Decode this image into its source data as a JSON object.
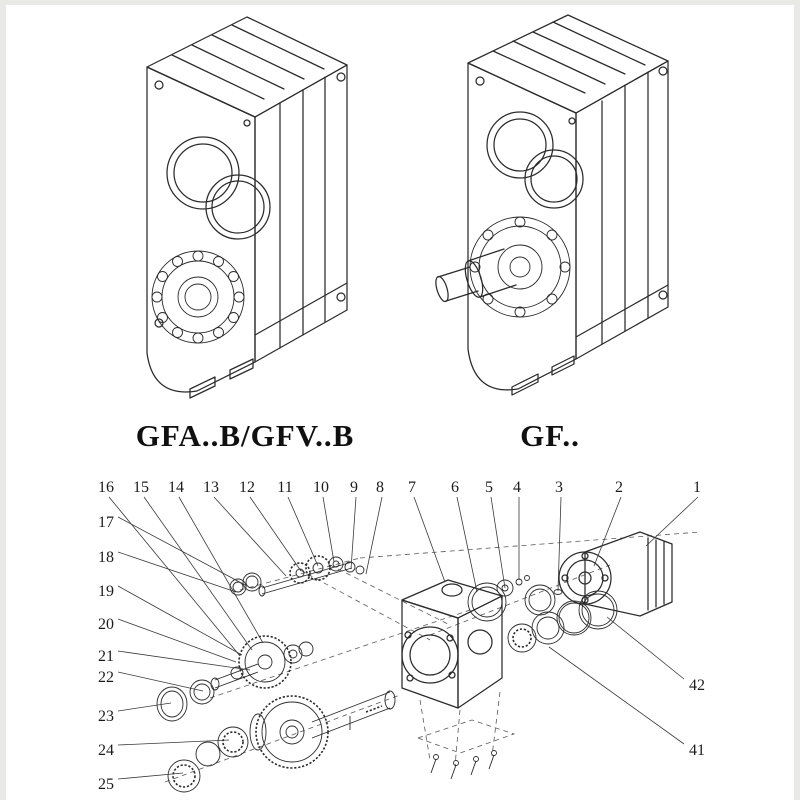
{
  "colors": {
    "line": "#2b2b2b",
    "background": "#ffffff"
  },
  "products": {
    "left": {
      "label": "GFA..B/GFV..B"
    },
    "right": {
      "label": "GF.."
    }
  },
  "exploded": {
    "top_numbers": [
      "16",
      "15",
      "14",
      "13",
      "12",
      "11",
      "10",
      "9",
      "8",
      "7",
      "6",
      "5",
      "4",
      "3",
      "2",
      "1"
    ],
    "left_numbers": [
      "17",
      "18",
      "19",
      "20",
      "21",
      "22",
      "23",
      "24",
      "25"
    ],
    "right_numbers": [
      "42",
      "41"
    ]
  }
}
